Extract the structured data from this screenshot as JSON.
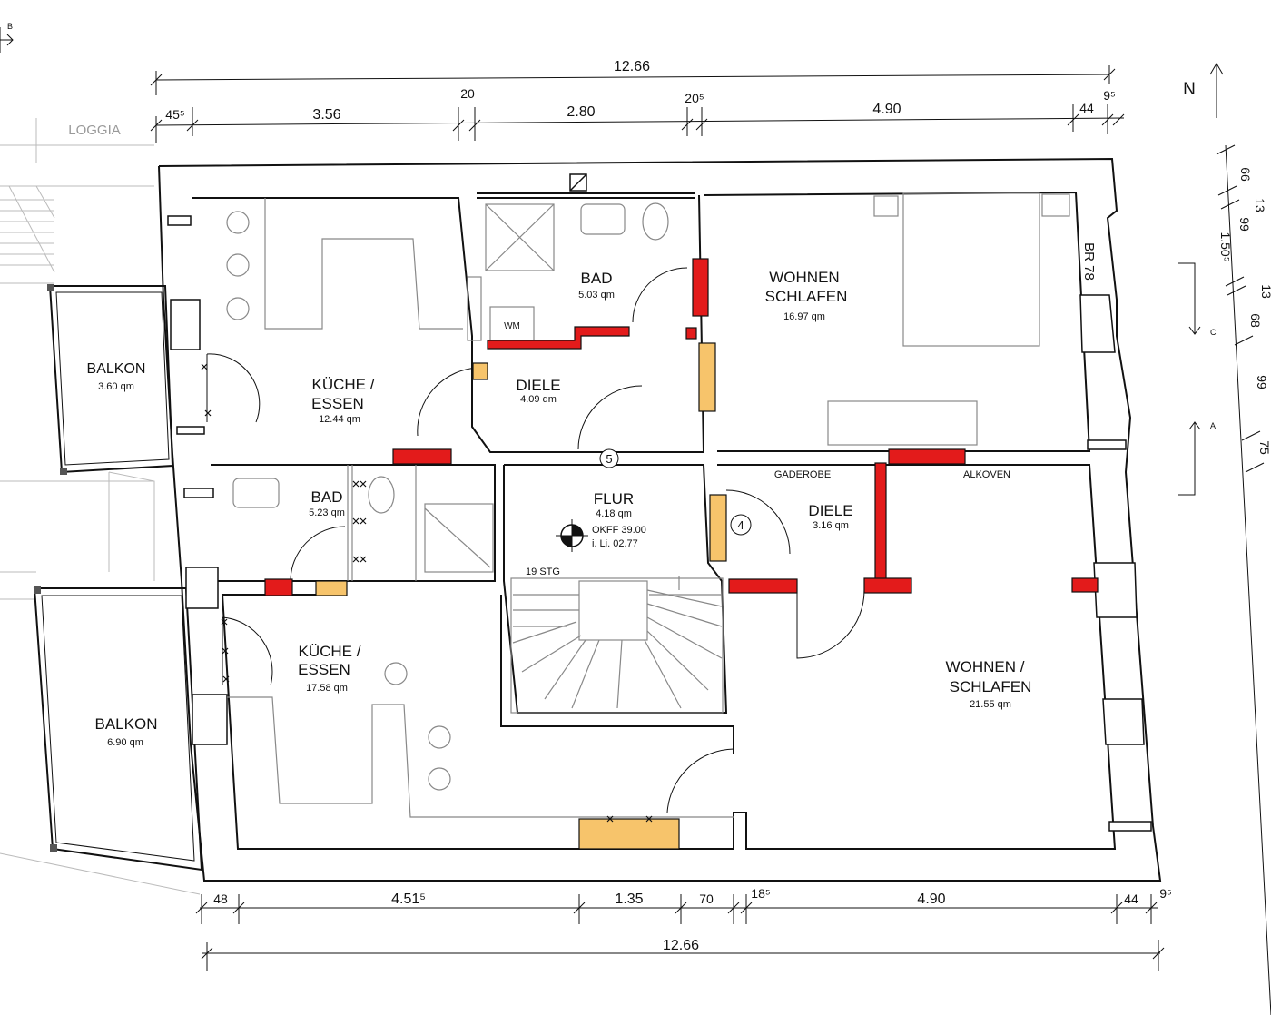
{
  "colors": {
    "wall": "#111111",
    "new_wall": "#e31b1b",
    "removed_wall": "#f7c46b",
    "fixture": "#888888"
  },
  "labels": {
    "loggia": "LOGGIA",
    "north": "N",
    "section_b": "B",
    "section_c": "C",
    "section_a": "A",
    "br78": "BR 78",
    "wm": "WM",
    "gaderobe": "GADEROBE",
    "alkoven": "ALKOVEN",
    "stg": "19 STG",
    "okff": "OKFF 39.00",
    "ili": "i. Li.   02.77",
    "door_5": "5",
    "door_4": "4"
  },
  "rooms": [
    {
      "key": "balkon_top",
      "name": "BALKON",
      "area": "3.60 qm"
    },
    {
      "key": "kueche_top",
      "name": "KÜCHE /",
      "name2": "ESSEN",
      "area": "12.44 qm"
    },
    {
      "key": "bad_top",
      "name": "BAD",
      "area": "5.03 qm"
    },
    {
      "key": "diele_top",
      "name": "DIELE",
      "area": "4.09 qm"
    },
    {
      "key": "wohnen_top",
      "name": "WOHNEN",
      "name2": "SCHLAFEN",
      "area": "16.97 qm"
    },
    {
      "key": "bad_mid",
      "name": "BAD",
      "area": "5.23 qm"
    },
    {
      "key": "flur",
      "name": "FLUR",
      "area": "4.18 qm"
    },
    {
      "key": "diele_right",
      "name": "DIELE",
      "area": "3.16 qm"
    },
    {
      "key": "balkon_bottom",
      "name": "BALKON",
      "area": "6.90 qm"
    },
    {
      "key": "kueche_bottom",
      "name": "KÜCHE /",
      "name2": "ESSEN",
      "area": "17.58 qm"
    },
    {
      "key": "wohnen_bottom",
      "name": "WOHNEN /",
      "name2": "SCHLAFEN",
      "area": "21.55 qm"
    }
  ],
  "dimensions": {
    "top_total": "12.66",
    "top_segments": [
      "45⁵",
      "3.56",
      "20",
      "2.80",
      "20⁵",
      "4.90",
      "44",
      "9⁵"
    ],
    "bottom_total": "12.66",
    "bottom_segments": [
      "48",
      "4.51⁵",
      "1.35",
      "70",
      "18⁵",
      "4.90",
      "44",
      "9⁵"
    ],
    "right_segments": [
      "66",
      "13",
      "99",
      "1.50⁵",
      "13",
      "68",
      "99",
      "75"
    ]
  }
}
